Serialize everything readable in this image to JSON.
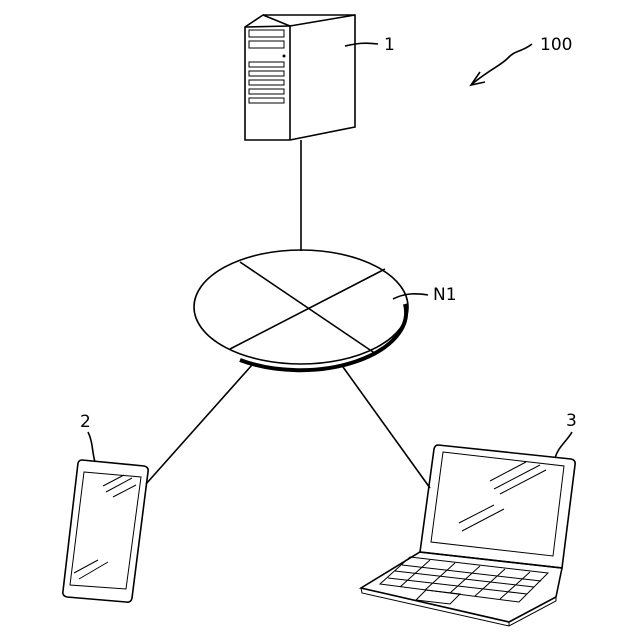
{
  "labels": {
    "system": "100",
    "server": "1",
    "network": "N1",
    "tablet": "2",
    "laptop": "3"
  },
  "icons": {
    "server": "server-tower-icon",
    "network": "network-ellipse-icon",
    "tablet": "tablet-icon",
    "laptop": "laptop-icon"
  }
}
